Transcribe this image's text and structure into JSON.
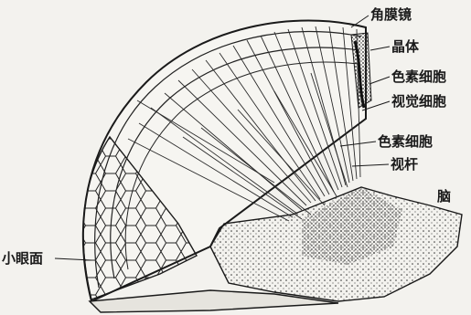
{
  "diagram": {
    "labels": {
      "cornea_lens": "角膜镜",
      "crystalline_cone": "晶体",
      "pigment_cell_1": "色素细胞",
      "retinula_cell": "视觉细胞",
      "pigment_cell_2": "色素细胞",
      "rhabdom": "视杆",
      "brain": "脑",
      "facet": "小眼面"
    },
    "colors": {
      "ink": "#1a1a1a",
      "paper": "#f3f2ee"
    }
  }
}
